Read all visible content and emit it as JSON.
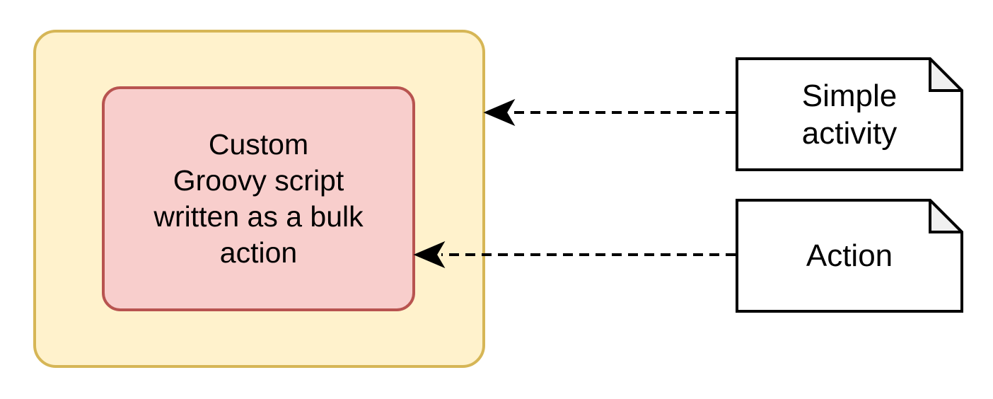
{
  "diagram": {
    "title": "Custom Groovy script bulk action annotation diagram",
    "container": {
      "label": "",
      "fill_color": "#FFF2CC",
      "stroke_color": "#D6B656"
    },
    "inner_node": {
      "label": "Custom\nGroovy script\nwritten as a bulk\naction",
      "fill_color": "#F8CECC",
      "stroke_color": "#B85450"
    },
    "notes": [
      {
        "label": "Simple\nactivity",
        "fill_color": "#FFFFFF",
        "stroke_color": "#000000",
        "fold_color": "#F0F0F0"
      },
      {
        "label": "Action",
        "fill_color": "#FFFFFF",
        "stroke_color": "#000000",
        "fold_color": "#F0F0F0"
      }
    ],
    "connectors": [
      {
        "name": "simple-activity-to-container",
        "style": "dashed",
        "arrowhead": "open-filled-left",
        "color": "#000000",
        "source": "Simple activity",
        "target": "container"
      },
      {
        "name": "action-to-inner-node",
        "style": "dashed",
        "arrowhead": "open-filled-left",
        "color": "#000000",
        "source": "Action",
        "target": "Custom Groovy script written as a bulk action"
      }
    ]
  }
}
